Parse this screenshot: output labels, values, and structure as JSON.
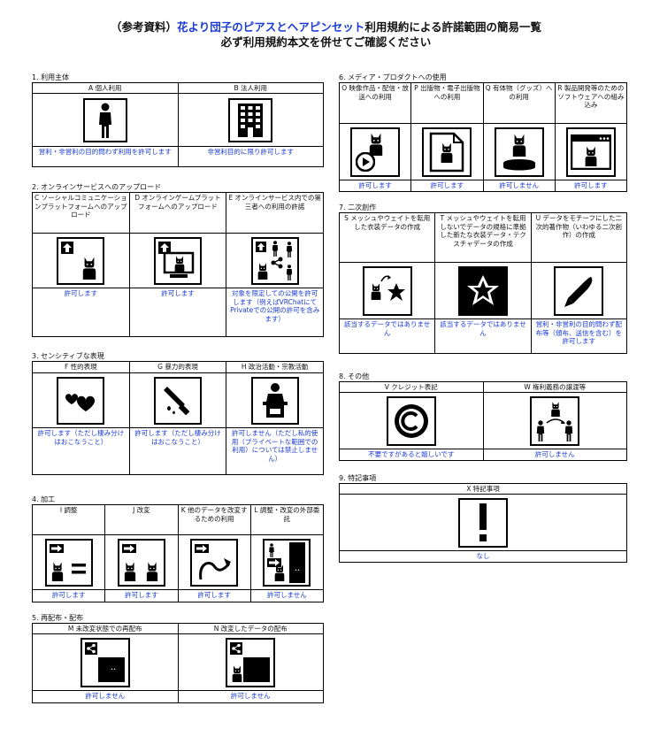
{
  "header": {
    "line1_prefix": "（参考資料）",
    "line1_link": "花より団子のピアスとヘアピンセット",
    "line1_suffix": "利用規約による許諾範囲の簡易一覧",
    "line2": "必ず利用規約本文を併せてご確認ください"
  },
  "colors": {
    "link": "#1a3bd6",
    "border": "#000000"
  },
  "sections": {
    "s1": {
      "title": "1. 利用主体",
      "items": [
        {
          "label": "A 個人利用",
          "icon": "person-icon",
          "result": "営利・非営利の目的問わず利用を許可します"
        },
        {
          "label": "B 法人利用",
          "icon": "building-icon",
          "result": "非営利目的に限り許可します"
        }
      ]
    },
    "s2": {
      "title": "2. オンラインサービスへのアップロード",
      "items": [
        {
          "label": "C ソーシャルコミュニケーションプラットフォームへのアップロード",
          "icon": "upload-social-icon",
          "result": "許可します"
        },
        {
          "label": "D オンラインゲームプラットフォームへのアップロード",
          "icon": "upload-game-icon",
          "result": "許可します"
        },
        {
          "label": "E オンラインサービス内での第三者への利用の許諾",
          "icon": "share-users-icon",
          "result": "対象を限定しての公開を許可します（例えばVRChatにてPrivateでの公開の許可を含みます）"
        }
      ]
    },
    "s3": {
      "title": "3. センシティブな表現",
      "items": [
        {
          "label": "F 性的表現",
          "icon": "hearts-icon",
          "result": "許可します（ただし棲み分けはおこなうこと）"
        },
        {
          "label": "G 暴力的表現",
          "icon": "knife-icon",
          "result": "許可します（ただし棲み分けはおこなうこと）"
        },
        {
          "label": "H 政治活動・宗教活動",
          "icon": "podium-icon",
          "result": "許可しません（ただし私的使用（プライベートな範囲での利用）については禁止しません）"
        }
      ]
    },
    "s4": {
      "title": "4. 加工",
      "items": [
        {
          "label": "I 調整",
          "icon": "adjust-icon",
          "result": "許可します"
        },
        {
          "label": "J 改変",
          "icon": "modify-icon",
          "result": "許可します"
        },
        {
          "label": "K 他のデータを改変するための利用",
          "icon": "modify-other-icon",
          "result": "許可します"
        },
        {
          "label": "L 調整・改変の外部委託",
          "icon": "outsource-icon",
          "result": "許可しません"
        }
      ]
    },
    "s5": {
      "title": "5. 再配布・配布",
      "items": [
        {
          "label": "M 未改変状態での再配布",
          "icon": "redistribute-icon",
          "result": "許可しません"
        },
        {
          "label": "N 改変したデータの配布",
          "icon": "distribute-modified-icon",
          "result": "許可しません"
        }
      ]
    },
    "s6": {
      "title": "6. メディア・プロダクトへの使用",
      "items": [
        {
          "label": "O 映像作品・配信・放送への利用",
          "icon": "video-icon",
          "result": "許可します"
        },
        {
          "label": "P 出版物・電子出版物への利用",
          "icon": "publication-icon",
          "result": "許可します"
        },
        {
          "label": "Q 有体物（グッズ）への利用",
          "icon": "figure-goods-icon",
          "result": "許可しません"
        },
        {
          "label": "R 製品開発等のためのソフトウェアへの組み込み",
          "icon": "software-icon",
          "result": "許可します"
        }
      ]
    },
    "s7": {
      "title": "7. 二次創作",
      "items": [
        {
          "label": "S メッシュやウェイトを転用した衣装データの作成",
          "icon": "mesh-costume-icon",
          "result": "該当するデータではありません"
        },
        {
          "label": "T メッシュやウェイトを転用しないでデータの規格に準拠した新たな衣装データ・テクスチャデータの作成",
          "icon": "new-costume-icon",
          "result": "該当するデータではありません"
        },
        {
          "label": "U データをモチーフにした二次的著作物（いわゆる二次創作）の作成",
          "icon": "pen-icon",
          "result": "営利・非営利の目的問わず配布等（頒布、送信を含む）を許可します"
        }
      ]
    },
    "s8": {
      "title": "8. その他",
      "items": [
        {
          "label": "V クレジット表記",
          "icon": "copyright-icon",
          "result": "不要ですがあると嬉しいです"
        },
        {
          "label": "W 権利義務の譲渡等",
          "icon": "transfer-icon",
          "result": "許可しません"
        }
      ]
    },
    "s9": {
      "title": "9. 特記事項",
      "items": [
        {
          "label": "X 特記事項",
          "icon": "exclamation-icon",
          "result": "なし"
        }
      ]
    }
  }
}
